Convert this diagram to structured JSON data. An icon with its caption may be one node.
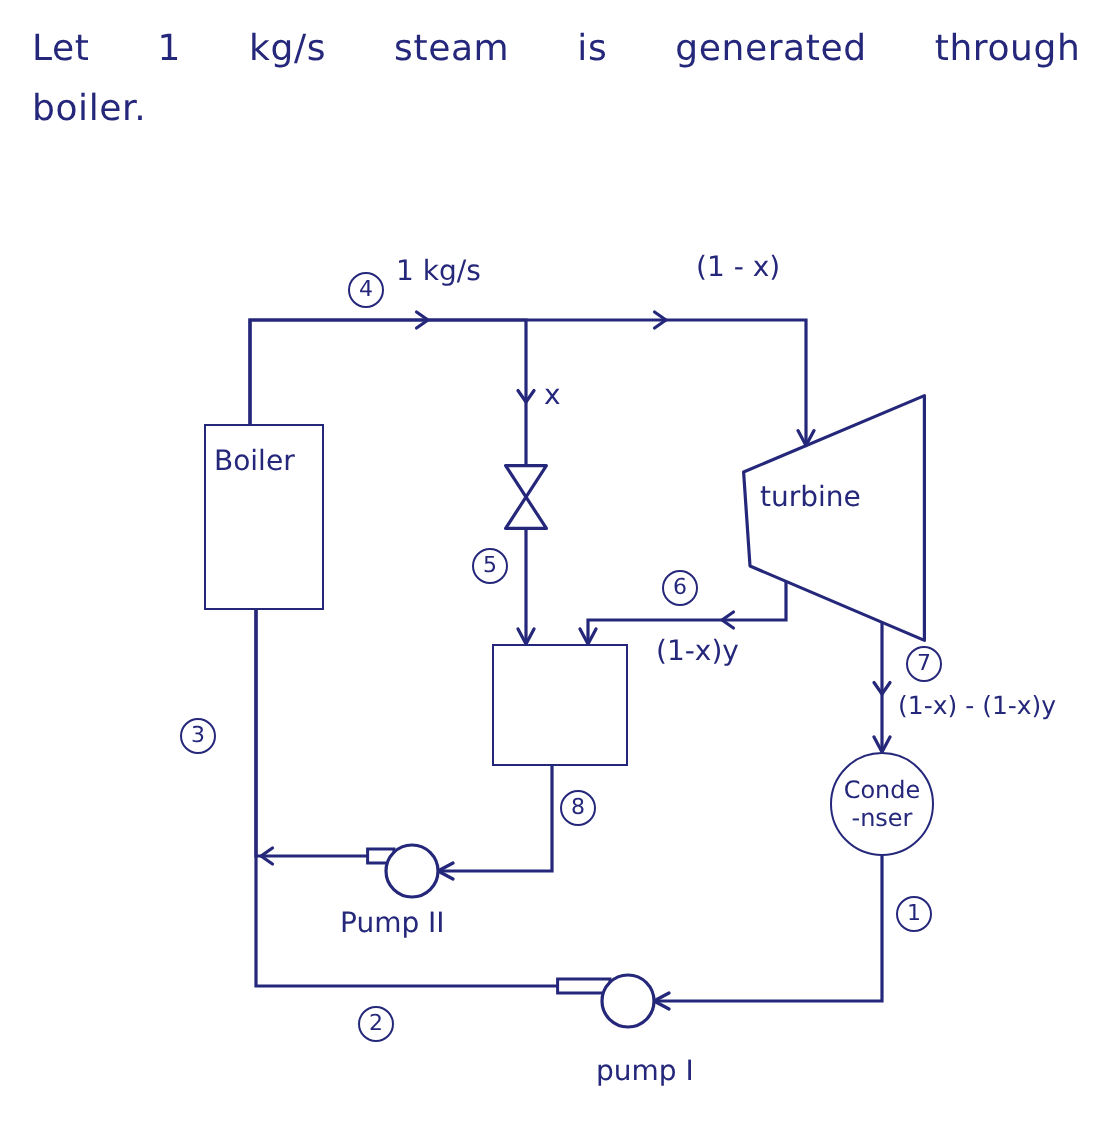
{
  "diagram": {
    "title": "Let 1 kg/s steam is generated through boiler.",
    "nodes": [
      {
        "text": [
          "Boiler"
        ]
      },
      {
        "text": [
          "turbine"
        ]
      },
      {
        "text": [],
        "shape": "valve"
      },
      {
        "text": [],
        "shape": "box"
      },
      {
        "text": [
          "Conde -nser"
        ]
      },
      {
        "text": [],
        "shape": "pump",
        "beside": [
          "Pump II"
        ]
      },
      {
        "text": [],
        "shape": "pump",
        "beside": [
          "pump I"
        ]
      }
    ],
    "edges": [
      {
        "from": 0,
        "to": 1,
        "arrow": "to",
        "label": "(1 - x)"
      },
      {
        "from": 0,
        "to": 2,
        "arrow": "to",
        "label": "x"
      },
      {
        "from": 2,
        "to": 3,
        "arrow": "to"
      },
      {
        "from": 1,
        "to": 3,
        "arrow": "to",
        "label": "(1-x)y"
      },
      {
        "from": 1,
        "to": 4,
        "arrow": "to",
        "label": "(1-x) - (1-x)y"
      },
      {
        "from": 4,
        "to": 6,
        "arrow": "to"
      },
      {
        "from": 6,
        "to": 0,
        "arrow": "none"
      },
      {
        "from": 3,
        "to": 5,
        "arrow": "to"
      },
      {
        "from": 5,
        "to": 0,
        "arrow": "to"
      }
    ],
    "labels": [
      "4",
      "1 kg/s",
      "5",
      "6",
      "7",
      "3",
      "8",
      "1",
      "2"
    ]
  }
}
